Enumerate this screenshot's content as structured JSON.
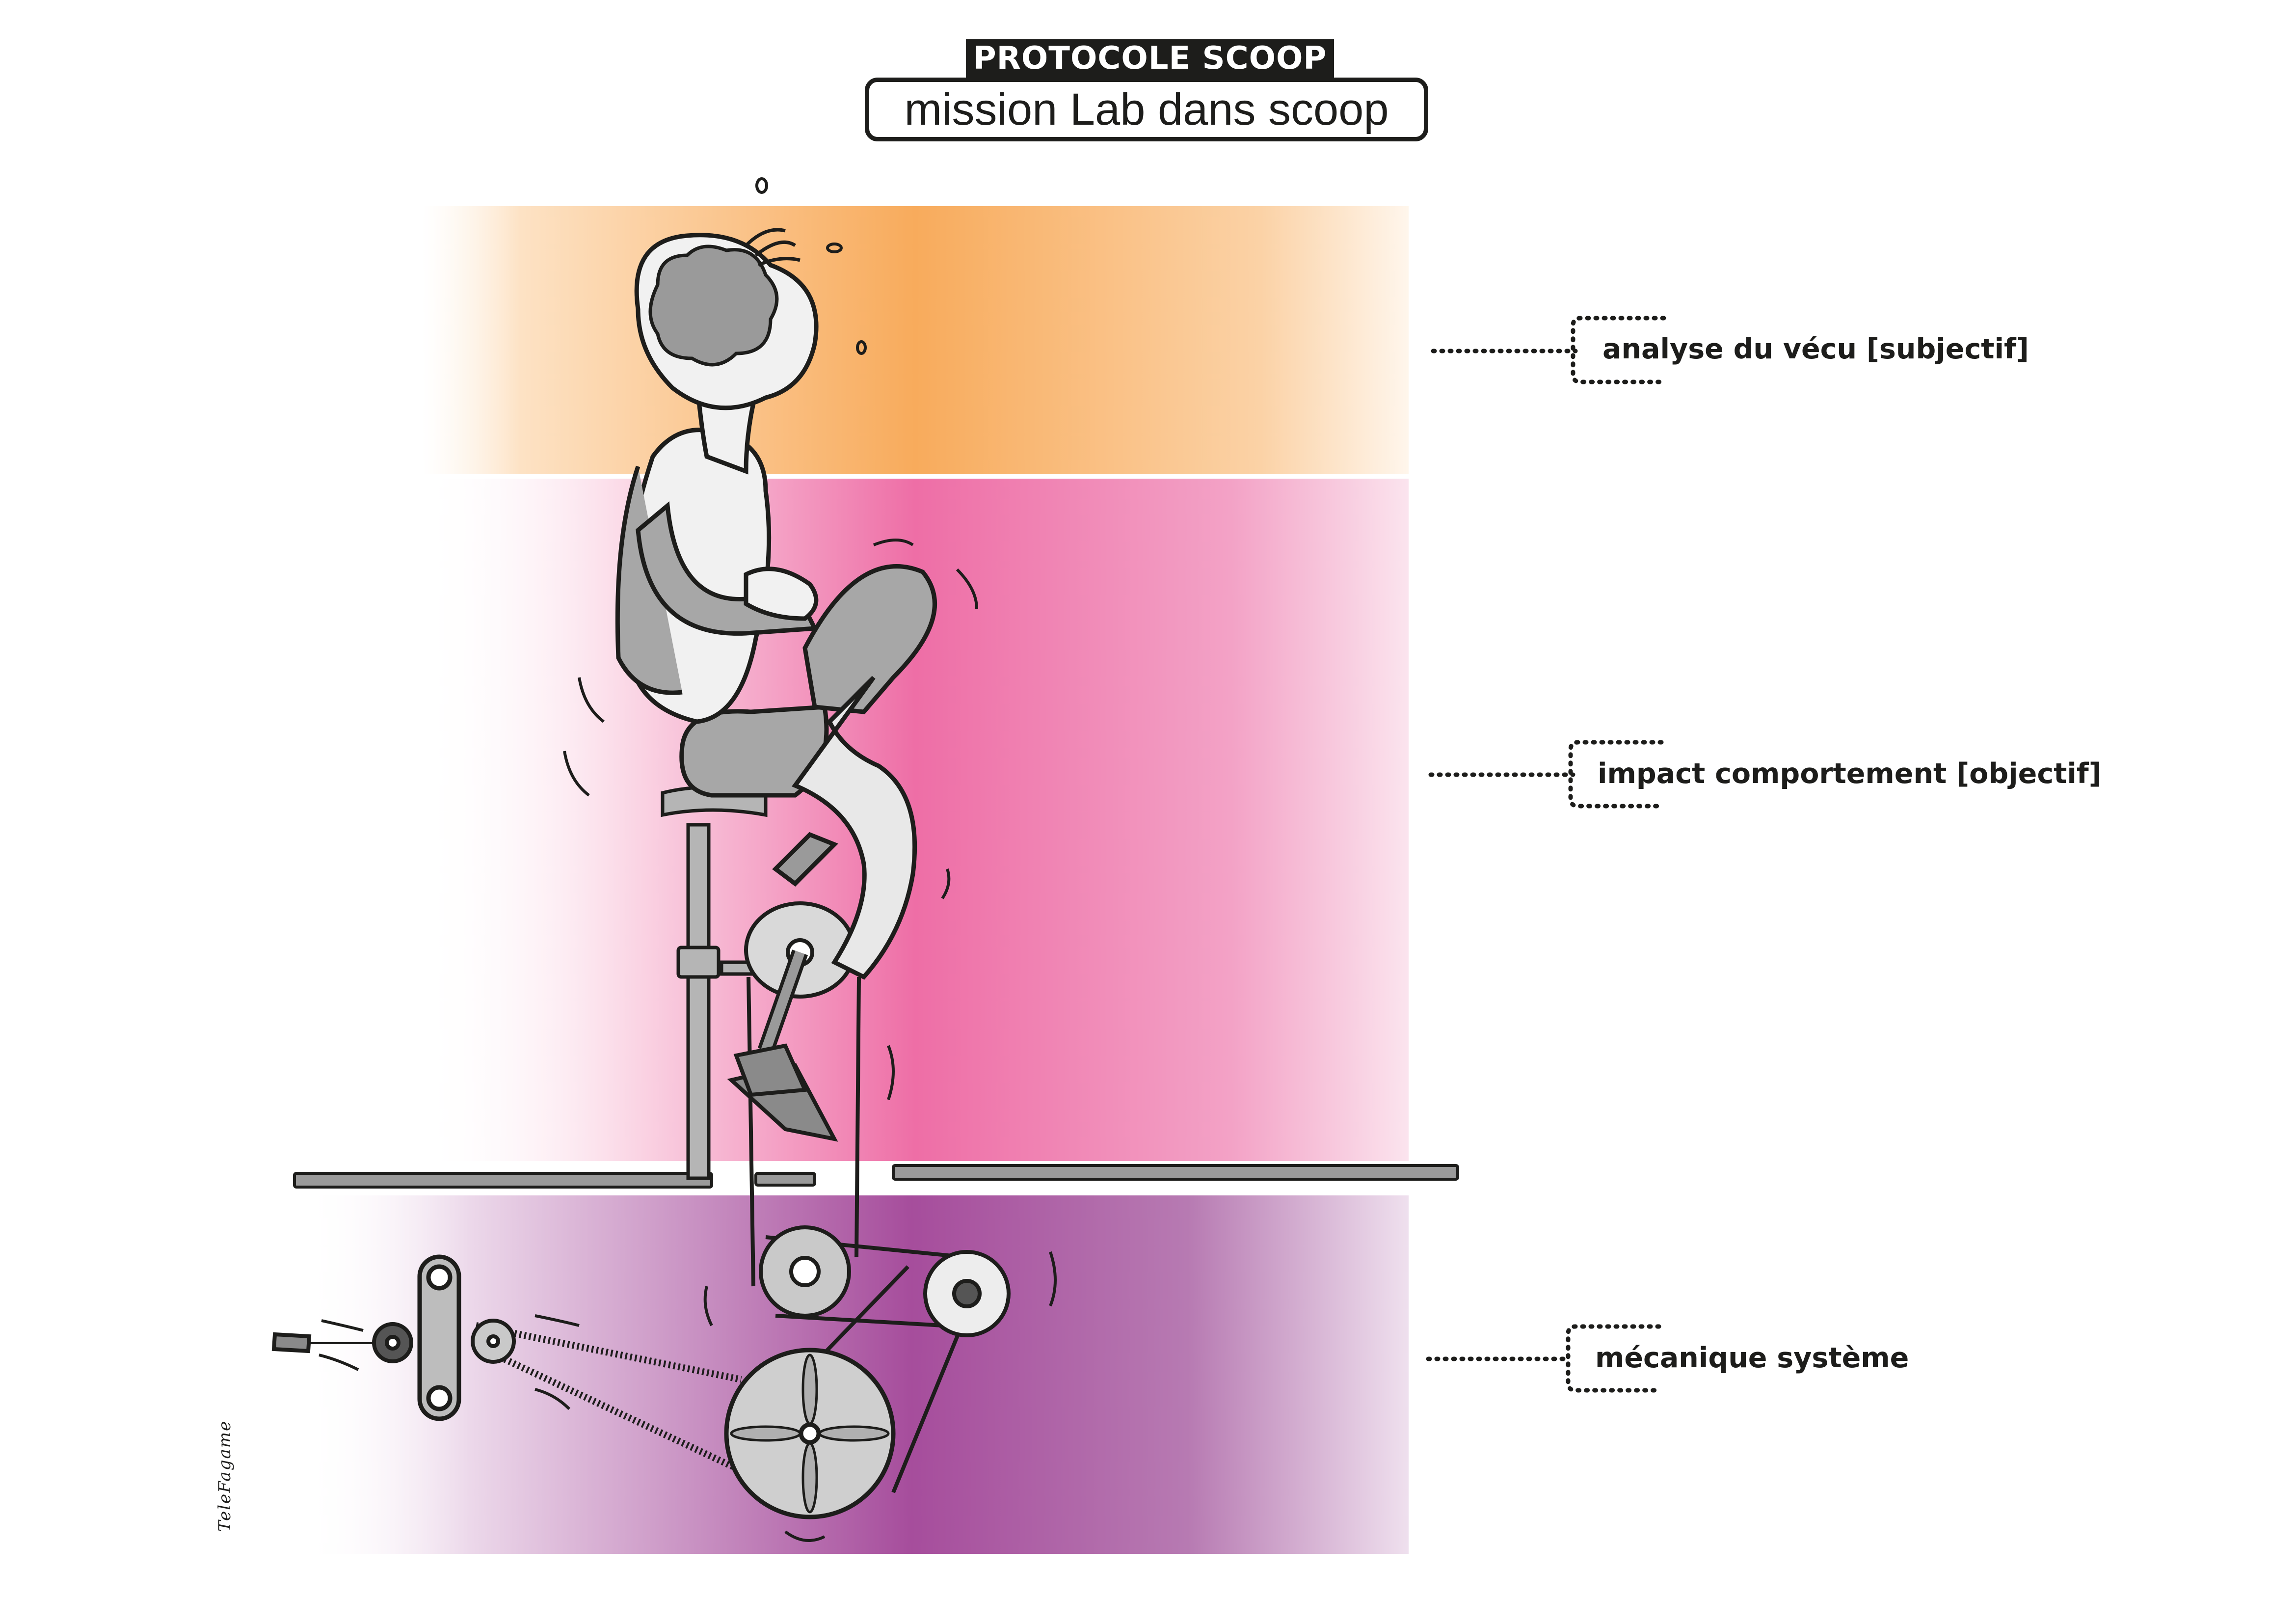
{
  "header": {
    "tag": "PROTOCOLE SCOOP",
    "title": "mission Lab dans scoop"
  },
  "layers": [
    {
      "label": "analyse du vécu [subjectif]",
      "color": "#f9ad5e"
    },
    {
      "label": "impact comportement [objectif]",
      "color": "#ee6ea6"
    },
    {
      "label": "mécanique système",
      "color": "#a64d9c"
    }
  ],
  "signature": "TeleFagame",
  "colors": {
    "figure_fill": "#a7a7a7",
    "figure_light": "#f1f1f1",
    "outline": "#1d1d1b",
    "floor": "#8a8a8a"
  }
}
